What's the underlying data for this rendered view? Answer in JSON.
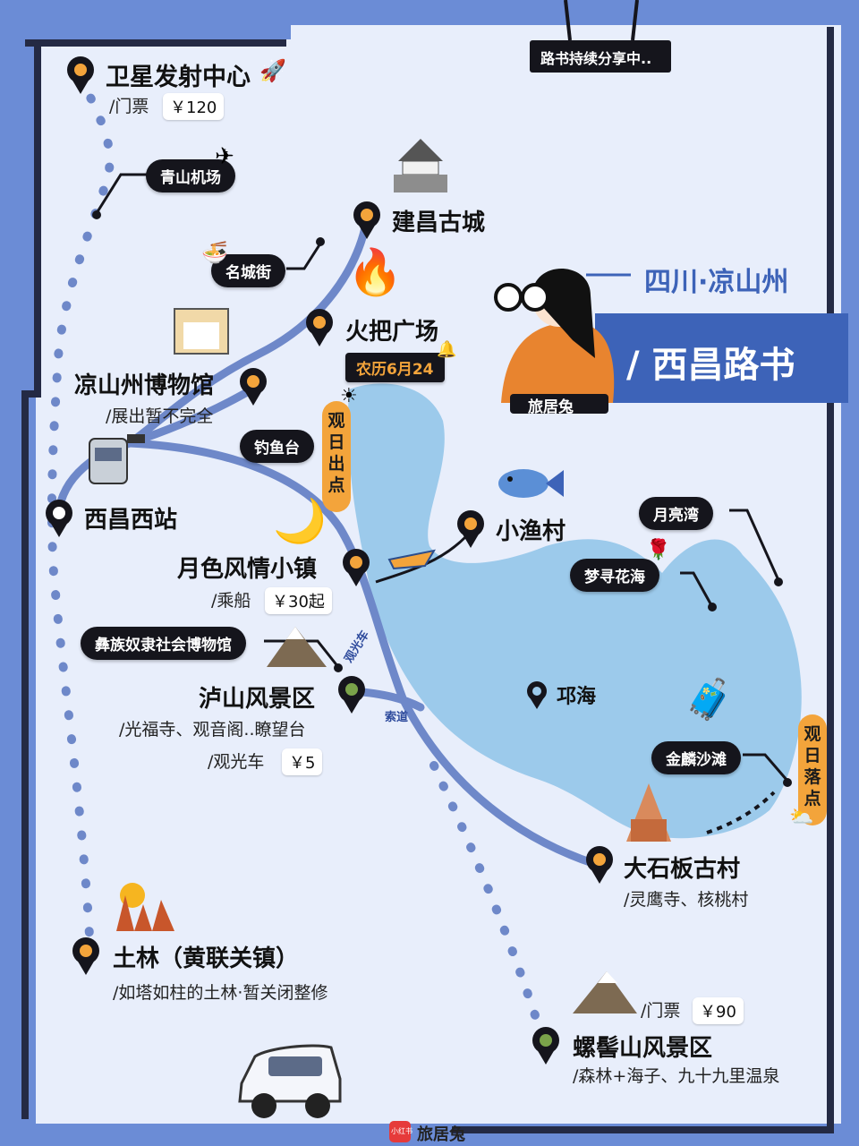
{
  "header": {
    "region": "四川·凉山州",
    "title": "/ 西昌路书",
    "sign": "路书持续分享中..",
    "mascot_label": "旅居兔"
  },
  "places": {
    "satellite": {
      "name": "卫星发射中心",
      "sub": "/门票",
      "price": "￥120"
    },
    "airport": {
      "name": "青山机场"
    },
    "ancient_city": {
      "name": "建昌古城"
    },
    "mingcheng": {
      "name": "名城街"
    },
    "torch_square": {
      "name": "火把广场",
      "date": "农历6月24"
    },
    "museum": {
      "name": "凉山州博物馆",
      "sub": "/展出暂不完全"
    },
    "fishing": {
      "name": "钓鱼台"
    },
    "sunrise": {
      "name": "观日出点"
    },
    "xichang_west": {
      "name": "西昌西站"
    },
    "fish_village": {
      "name": "小渔村"
    },
    "moon_town": {
      "name": "月色风情小镇",
      "sub": "/乘船",
      "price": "￥30起"
    },
    "yi_museum": {
      "name": "彝族奴隶社会博物馆"
    },
    "lushan": {
      "name": "泸山风景区",
      "sub1": "/光福寺、观音阁..瞭望台",
      "sub2": "/观光车",
      "price": "￥5"
    },
    "sightseeing_car": {
      "name": "观光车"
    },
    "cableway": {
      "name": "索道"
    },
    "qionghai": {
      "name": "邛海"
    },
    "moon_bay": {
      "name": "月亮湾"
    },
    "flower_sea": {
      "name": "梦寻花海"
    },
    "golden_beach": {
      "name": "金麟沙滩"
    },
    "sunset": {
      "name": "观日落点"
    },
    "dashiban": {
      "name": "大石板古村",
      "sub": "/灵鹰寺、核桃村"
    },
    "tulin": {
      "name": "土林（黄联关镇）",
      "sub": "/如塔如柱的土林·暂关闭整修"
    },
    "luoji": {
      "name": "螺髻山风景区",
      "sub": "/森林+海子、九十九里温泉",
      "ticket": "/门票",
      "price": "￥90"
    }
  },
  "footer": {
    "brand": "旅居兔",
    "badge": "小红书"
  },
  "colors": {
    "frame": "#6b8cd6",
    "land": "#e8eefb",
    "lake": "#9ccaeb",
    "route": "#6e88c9",
    "pin_dark": "#15151c",
    "pin_orange": "#f3a43b",
    "pin_green": "#7aa34a",
    "banner": "#3d63b8"
  }
}
